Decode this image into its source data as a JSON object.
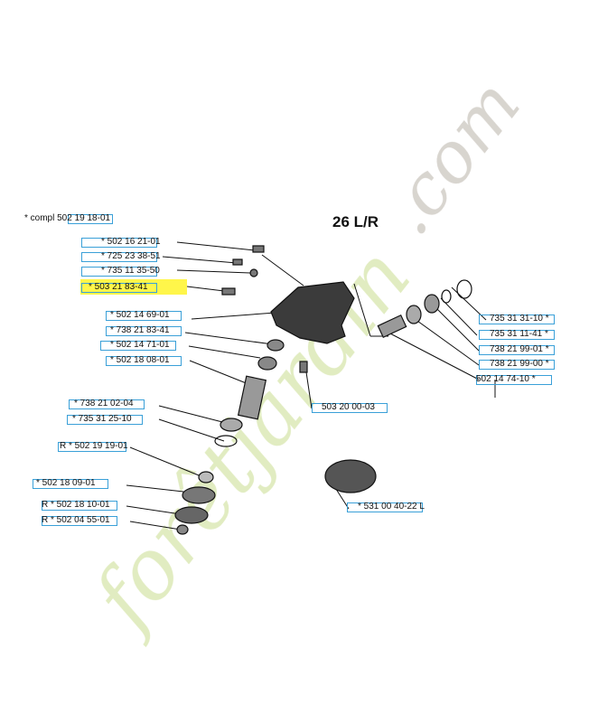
{
  "diagram": {
    "title": "26 L/R",
    "watermark": "foretjardin.com",
    "highlight_color": "#fff64a",
    "box_color": "#3aa0d8",
    "labels": [
      {
        "id": "l1",
        "text": "*  compl 502 19 18-01"
      },
      {
        "id": "l2",
        "text": "*   502 16 21-01"
      },
      {
        "id": "l3",
        "text": "*   725 23 38-51"
      },
      {
        "id": "l4",
        "text": "*   735 11 35-50"
      },
      {
        "id": "l5",
        "text": "*   503 21 83-41"
      },
      {
        "id": "l6",
        "text": "*   502 14 69-01"
      },
      {
        "id": "l7",
        "text": "*   738 21 83-41"
      },
      {
        "id": "l8",
        "text": "*   502 14 71-01"
      },
      {
        "id": "l9",
        "text": "*   502 18 08-01"
      },
      {
        "id": "l10",
        "text": "*   738 21 02-04"
      },
      {
        "id": "l11",
        "text": "*   735 31 25-10"
      },
      {
        "id": "l12",
        "text": "R *   502 19 19-01"
      },
      {
        "id": "l13",
        "text": "*   502 18 09-01"
      },
      {
        "id": "l14",
        "text": "R *   502 18 10-01"
      },
      {
        "id": "l15",
        "text": "R *   502 04 55-01"
      },
      {
        "id": "l16",
        "text": "503 20 00-03"
      },
      {
        "id": "l17",
        "text": "*   531 00 40-22 L"
      },
      {
        "id": "l18",
        "text": "735 31 31-10  *"
      },
      {
        "id": "l19",
        "text": "735 31 11-41  *"
      },
      {
        "id": "l20",
        "text": "738 21 99-01  *"
      },
      {
        "id": "l21",
        "text": "738 21 99-00  *"
      },
      {
        "id": "l22",
        "text": "502 14 74-10  *"
      }
    ]
  }
}
